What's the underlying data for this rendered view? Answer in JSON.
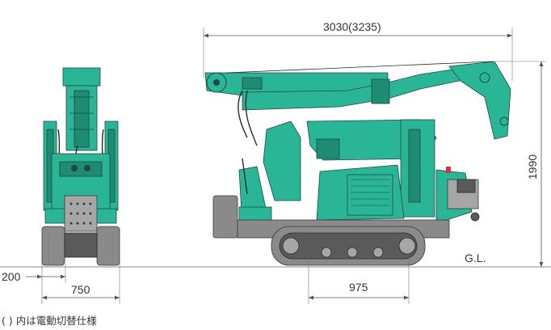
{
  "dimensions": {
    "overall_length": "3030(3235)",
    "height": "1990",
    "front_offset": "200",
    "front_width": "750",
    "track_length": "975",
    "ground_label": "G.L."
  },
  "footnote": "( ) 内は電動切替仕様",
  "colors": {
    "body": "#2bb597",
    "body_dark": "#1e8b73",
    "track": "#8a8a8a",
    "dimension_line": "#555555"
  }
}
